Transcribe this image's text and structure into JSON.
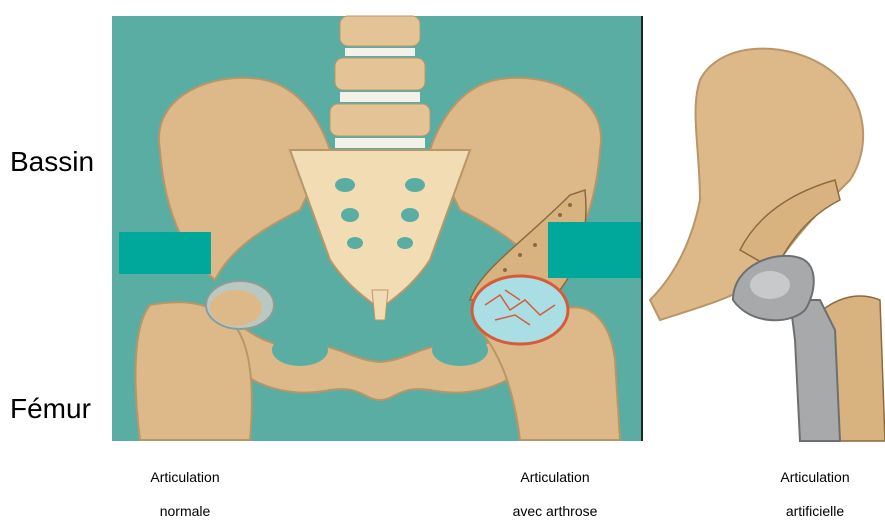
{
  "labels": {
    "bassin": "Bassin",
    "femur": "Fémur"
  },
  "captions": {
    "normal": {
      "line1": "Articulation",
      "line2": "normale"
    },
    "arthrose": {
      "line1": "Articulation",
      "line2": "avec arthrose"
    },
    "artificial": {
      "line1": "Articulation",
      "line2": "artificielle"
    }
  },
  "colors": {
    "background_panel": "#5aada2",
    "bone": "#ddb98a",
    "bone_light": "#f2dcb4",
    "bone_outline": "#b99668",
    "cartilage_normal": "#b9c9c2",
    "arthrosis_head": "#a9dfe4",
    "arthrosis_cracks": "#d85a3a",
    "implant_metal": "#a7a9ab",
    "teal_block": "#00a79b"
  }
}
